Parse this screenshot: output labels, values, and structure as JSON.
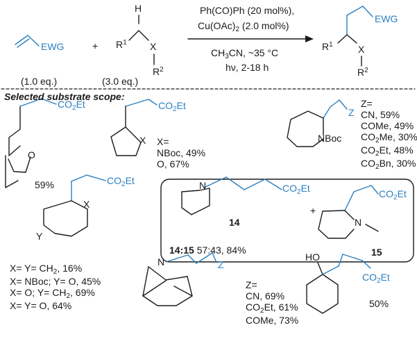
{
  "reaction": {
    "h_atom": "H",
    "reagent1_label": "Ph(CO)Ph (20 mol%),",
    "reagent2_label": "Cu(OAc)",
    "reagent2_sub": "2",
    "reagent2_tail": " (2.0 mol%)",
    "solvent_a": "CH",
    "solvent_sub": "3",
    "solvent_b": "CN, ~35 °C",
    "light_time": "hν, 2-18 h",
    "ewg": "EWG",
    "plus": "+",
    "r1": "R",
    "r1_sup": "1",
    "r2": "R",
    "r2_sup": "2",
    "x": "X",
    "eq1": "(1.0 eq.)",
    "eq2": "(3.0 eq.)",
    "product_ewg": "EWG",
    "product_r1": "R",
    "product_r1_sup": "1",
    "product_x": "X",
    "product_r2": "R",
    "product_r2_sup": "2"
  },
  "scope": {
    "heading": "Selected substrate scope:",
    "co2et_a": "CO",
    "co2et_b": "Et",
    "co2et_sub": "2",
    "oxetane": {
      "o": "O",
      "yield": "59%"
    },
    "thf": {
      "x": "X",
      "items": [
        "X=",
        "NBoc, 49%",
        "O, 67%"
      ]
    },
    "piperidine_boc": {
      "z": "Z",
      "nboc": "NBoc",
      "zeq": "Z=",
      "items": [
        {
          "a": "CN, 59%",
          "sub": "",
          "b": ""
        },
        {
          "a": "COMe, 49%",
          "sub": "",
          "b": ""
        },
        {
          "a": "CO",
          "sub": "2",
          "b": "Me, 30%"
        },
        {
          "a": "CO",
          "sub": "2",
          "b": "Et, 48%"
        },
        {
          "a": "CO",
          "sub": "2",
          "b": "Bn, 30%"
        }
      ]
    },
    "boxed": {
      "n1": "N",
      "n2": "N",
      "label14": "14",
      "label15": "15",
      "plus": "+",
      "ratio_a": "14",
      "ratio_colon": ":",
      "ratio_b": "15",
      "ratio_text": " 57:43, 84%"
    },
    "six_ring": {
      "x": "X",
      "y": "Y",
      "items": [
        {
          "a": "X= Y= CH",
          "sub": "2",
          "b": ", 16%"
        },
        {
          "a": "X= NBoc; Y= O, 45%",
          "sub": "",
          "b": ""
        },
        {
          "a": "X= O; Y= CH",
          "sub": "2",
          "b": ", 69%"
        },
        {
          "a": "X= Y= O, 64%",
          "sub": "",
          "b": ""
        }
      ]
    },
    "tropane": {
      "n": "N",
      "z": "Z",
      "zeq": "Z=",
      "items": [
        {
          "a": "CN, 69%",
          "sub": "",
          "b": ""
        },
        {
          "a": "CO",
          "sub": "2",
          "b": "Et, 61%"
        },
        {
          "a": "COMe, 73%",
          "sub": "",
          "b": ""
        }
      ]
    },
    "cyclohexanol": {
      "ho": "HO",
      "yield": "50%"
    }
  },
  "colors": {
    "accent_blue": "#2a7fbf",
    "text": "#1a1a1a"
  }
}
